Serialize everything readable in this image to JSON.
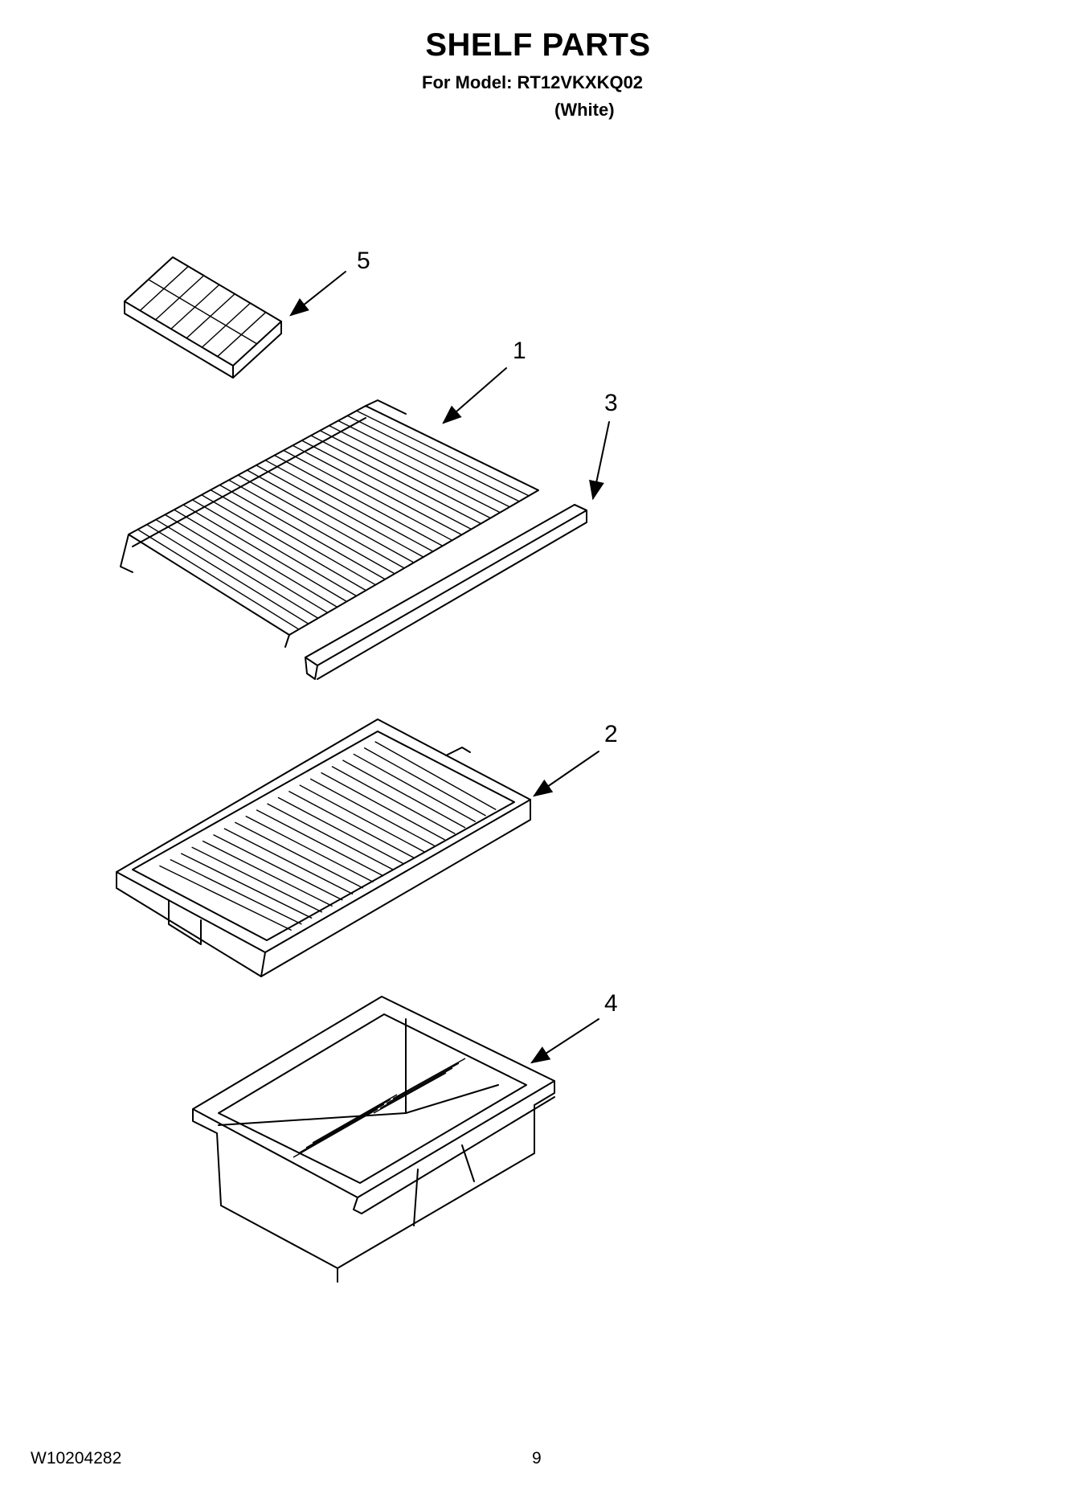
{
  "header": {
    "title": "SHELF PARTS",
    "model_line": "For Model: RT12VKXKQ02",
    "color_line": "(White)"
  },
  "callouts": [
    {
      "number": "5",
      "part": "ice-tray"
    },
    {
      "number": "1",
      "part": "wire-shelf"
    },
    {
      "number": "3",
      "part": "shelf-trim"
    },
    {
      "number": "2",
      "part": "crisper-cover"
    },
    {
      "number": "4",
      "part": "crisper-pan"
    }
  ],
  "footer": {
    "doc_number": "W10204282",
    "page_number": "9"
  }
}
